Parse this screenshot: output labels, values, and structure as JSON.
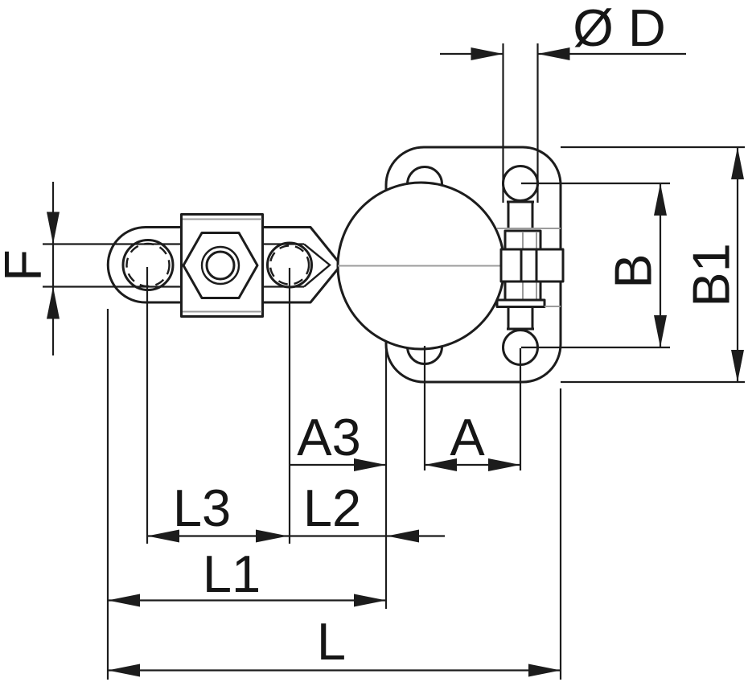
{
  "drawing": {
    "kind": "engineering dimension drawing",
    "labels": {
      "od": "Ø D",
      "f": "F",
      "b": "B",
      "b1": "B1",
      "a3": "A3",
      "a": "A",
      "l3": "L3",
      "l2": "L2",
      "l1": "L1",
      "l": "L"
    },
    "colors": {
      "line": "#1c1c1c",
      "thin_line": "#9b9b9b",
      "background": "#ffffff"
    }
  }
}
